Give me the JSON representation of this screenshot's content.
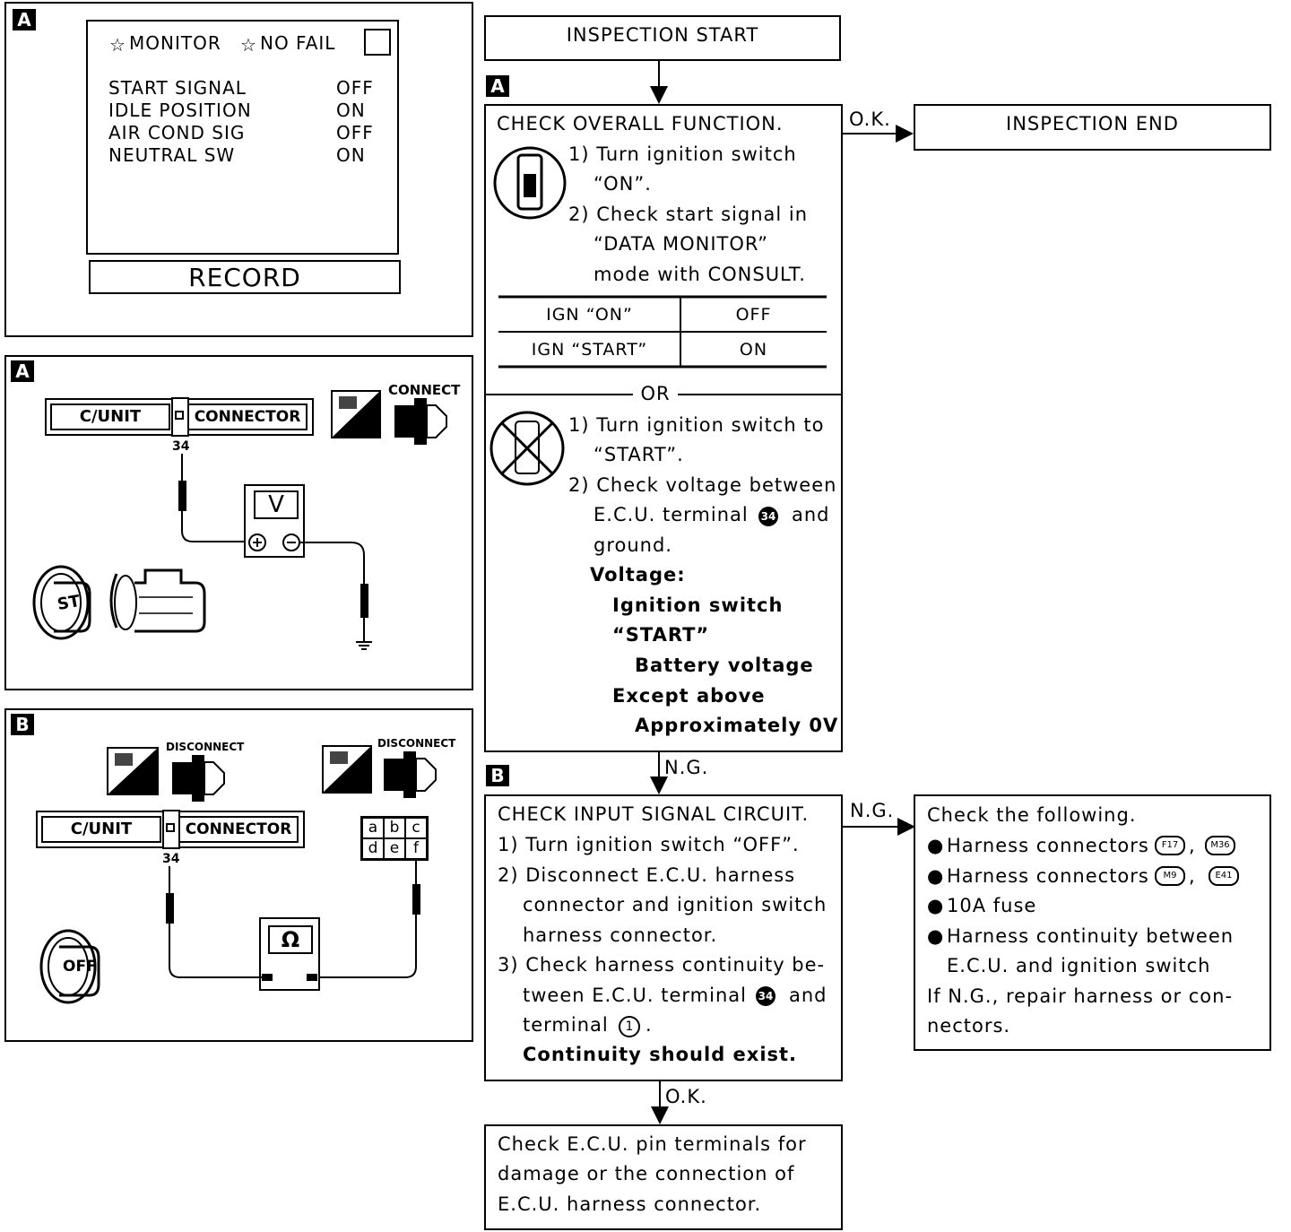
{
  "panelA1": {
    "tag": "A",
    "monitor_label": "MONITOR",
    "no_fail_label": "NO FAIL",
    "rows": [
      {
        "name": "START SIGNAL",
        "value": "OFF"
      },
      {
        "name": "IDLE POSITION",
        "value": "ON"
      },
      {
        "name": "AIR COND SIG",
        "value": "OFF"
      },
      {
        "name": "NEUTRAL SW",
        "value": "ON"
      }
    ],
    "record_label": "RECORD"
  },
  "panelA2": {
    "tag": "A",
    "cunit": "C/UNIT",
    "connector": "CONNECTOR",
    "terminal": "34",
    "status": "CONNECT",
    "hs": "H S",
    "meter": "V",
    "key": "ST"
  },
  "panelB": {
    "tag": "B",
    "cunit": "C/UNIT",
    "connector": "CONNECTOR",
    "terminal": "34",
    "status1": "DISCONNECT",
    "status2": "DISCONNECT",
    "hs": "H S",
    "ts": "T S",
    "grid": [
      "a",
      "b",
      "c",
      "d",
      "e",
      "f"
    ],
    "meter": "Ω",
    "key": "OFF"
  },
  "flow": {
    "start": "INSPECTION START",
    "end": "INSPECTION END",
    "tagA": "A",
    "tagB": "B",
    "ok1": "O.K.",
    "ng1": "N.G.",
    "ng2": "N.G.",
    "ok2": "O.K.",
    "or": "OR",
    "check_overall": {
      "title": "CHECK OVERALL FUNCTION.",
      "s1a": "1) Turn ignition switch",
      "s1b": "“ON”.",
      "s2a": "2) Check start signal in",
      "s2b": "“DATA MONITOR”",
      "s2c": "mode with CONSULT.",
      "table": [
        {
          "cond": "IGN “ON”",
          "value": "OFF"
        },
        {
          "cond": "IGN “START”",
          "value": "ON"
        }
      ],
      "alt1a": "1) Turn ignition switch to",
      "alt1b": "“START”.",
      "alt2a": "2) Check voltage between",
      "alt2b_pre": "E.C.U. terminal",
      "alt2b_num": "34",
      "alt2b_post": "and",
      "alt2c": "ground.",
      "v_title": "Voltage:",
      "v1": "Ignition switch",
      "v2": "“START”",
      "v3": "Battery voltage",
      "v4": "Except above",
      "v5": "Approximately 0V"
    },
    "check_input": {
      "title": "CHECK INPUT SIGNAL CIRCUIT.",
      "l1": "1) Turn ignition switch “OFF”.",
      "l2a": "2) Disconnect E.C.U. harness",
      "l2b": "connector and ignition switch",
      "l2c": "harness connector.",
      "l3a": "3) Check harness continuity be-",
      "l3b_pre": "tween E.C.U. terminal",
      "l3b_num": "34",
      "l3b_post": "and",
      "l3c_pre": "terminal",
      "l3c_num": "1",
      "l3c_post": ".",
      "l4": "Continuity should exist."
    },
    "check_following": {
      "title": "Check the following.",
      "i1": "Harness connectors",
      "c1": "F17",
      "c2": "M36",
      "i2": "Harness connectors",
      "c3": "M9",
      "c4": "E41",
      "i3": "10A fuse",
      "i4a": "Harness continuity between",
      "i4b": "E.C.U. and ignition switch",
      "r1": "If N.G., repair harness or con-",
      "r2": "nectors."
    },
    "final": {
      "l1": "Check E.C.U. pin terminals for",
      "l2": "damage or the connection of",
      "l3": "E.C.U. harness connector."
    }
  }
}
